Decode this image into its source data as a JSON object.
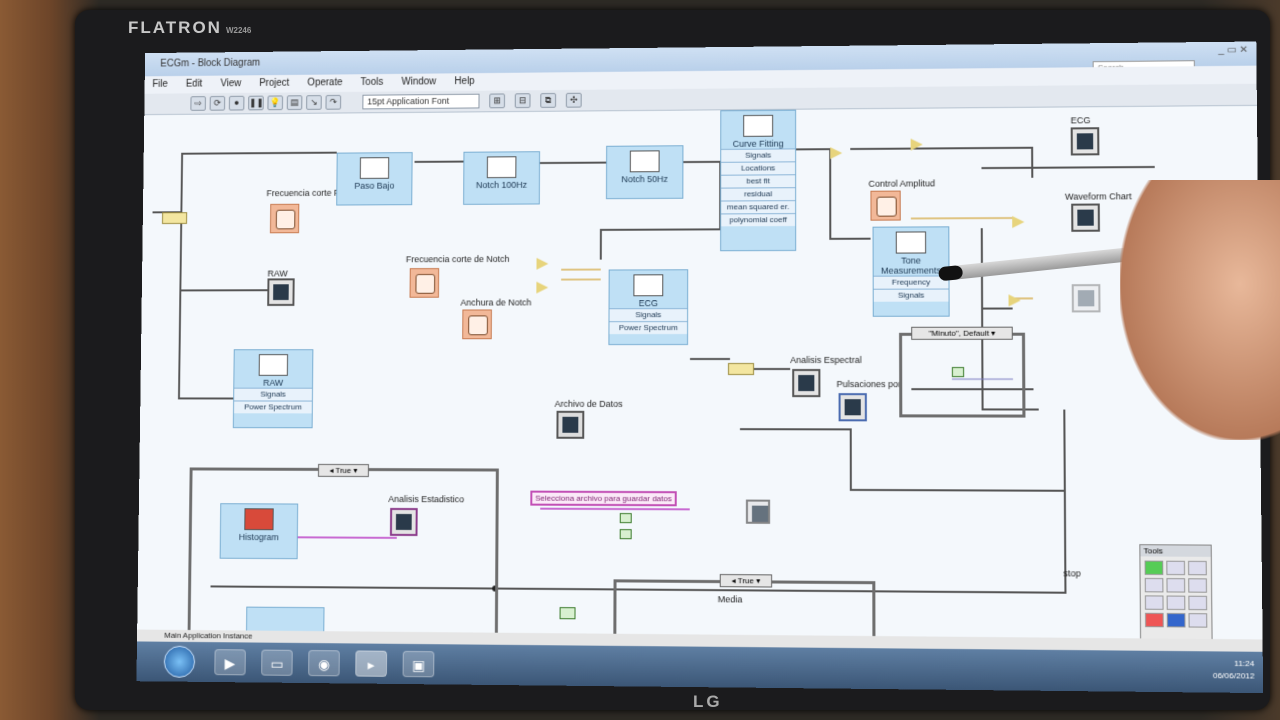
{
  "monitor": {
    "brand": "FLATRON",
    "model": "W2246",
    "logo": "LG"
  },
  "window": {
    "title": "ECGm - Block Diagram",
    "search_placeholder": "Search",
    "controls": "_ ▭ ✕"
  },
  "menu": [
    "File",
    "Edit",
    "View",
    "Project",
    "Operate",
    "Tools",
    "Window",
    "Help"
  ],
  "toolbar": {
    "font": "15pt Application Font"
  },
  "blocks": {
    "paso_bajo": {
      "title": "Paso Bajo"
    },
    "notch100": {
      "title": "Notch 100Hz"
    },
    "notch50": {
      "title": "Notch 50Hz"
    },
    "curve": {
      "title": "Curve Fitting",
      "rows": [
        "Signals",
        "Locations",
        "best fit",
        "residual",
        "mean squared er.",
        "polynomial coeff"
      ]
    },
    "ecg_mid": {
      "title": "ECG",
      "rows": [
        "Signals",
        "Power Spectrum"
      ]
    },
    "raw_block": {
      "title": "RAW",
      "rows": [
        "Signals",
        "Power Spectrum"
      ]
    },
    "tone": {
      "title": "Tone Measurements",
      "rows": [
        "Frequency",
        "Signals"
      ]
    },
    "histogram": {
      "title": "Histogram"
    }
  },
  "labels": {
    "frec_fpb": "Frecuencia corte FPB",
    "raw": "RAW",
    "frec_notch": "Frecuencia corte de Notch",
    "anchura_notch": "Anchura de Notch",
    "ecg": "ECG",
    "waveform": "Waveform Chart",
    "control_amp": "Control Amplitud",
    "analisis_esp": "Analisis Espectral",
    "pulsaciones": "Pulsaciones por",
    "archivo": "Archivo de Datos",
    "analisis_est": "Analisis Estadistico",
    "media": "Media",
    "stop": "stop",
    "status": "Main Application Instance"
  },
  "case": {
    "minuto": "\"Minuto\", Default ▾",
    "true1": "◂ True ▾",
    "true2": "◂ True ▾"
  },
  "string_const": "Selecciona archivo para guardar datos",
  "palette": {
    "title": "Tools"
  },
  "clock": {
    "time": "11:24",
    "date": "06/06/2012"
  }
}
